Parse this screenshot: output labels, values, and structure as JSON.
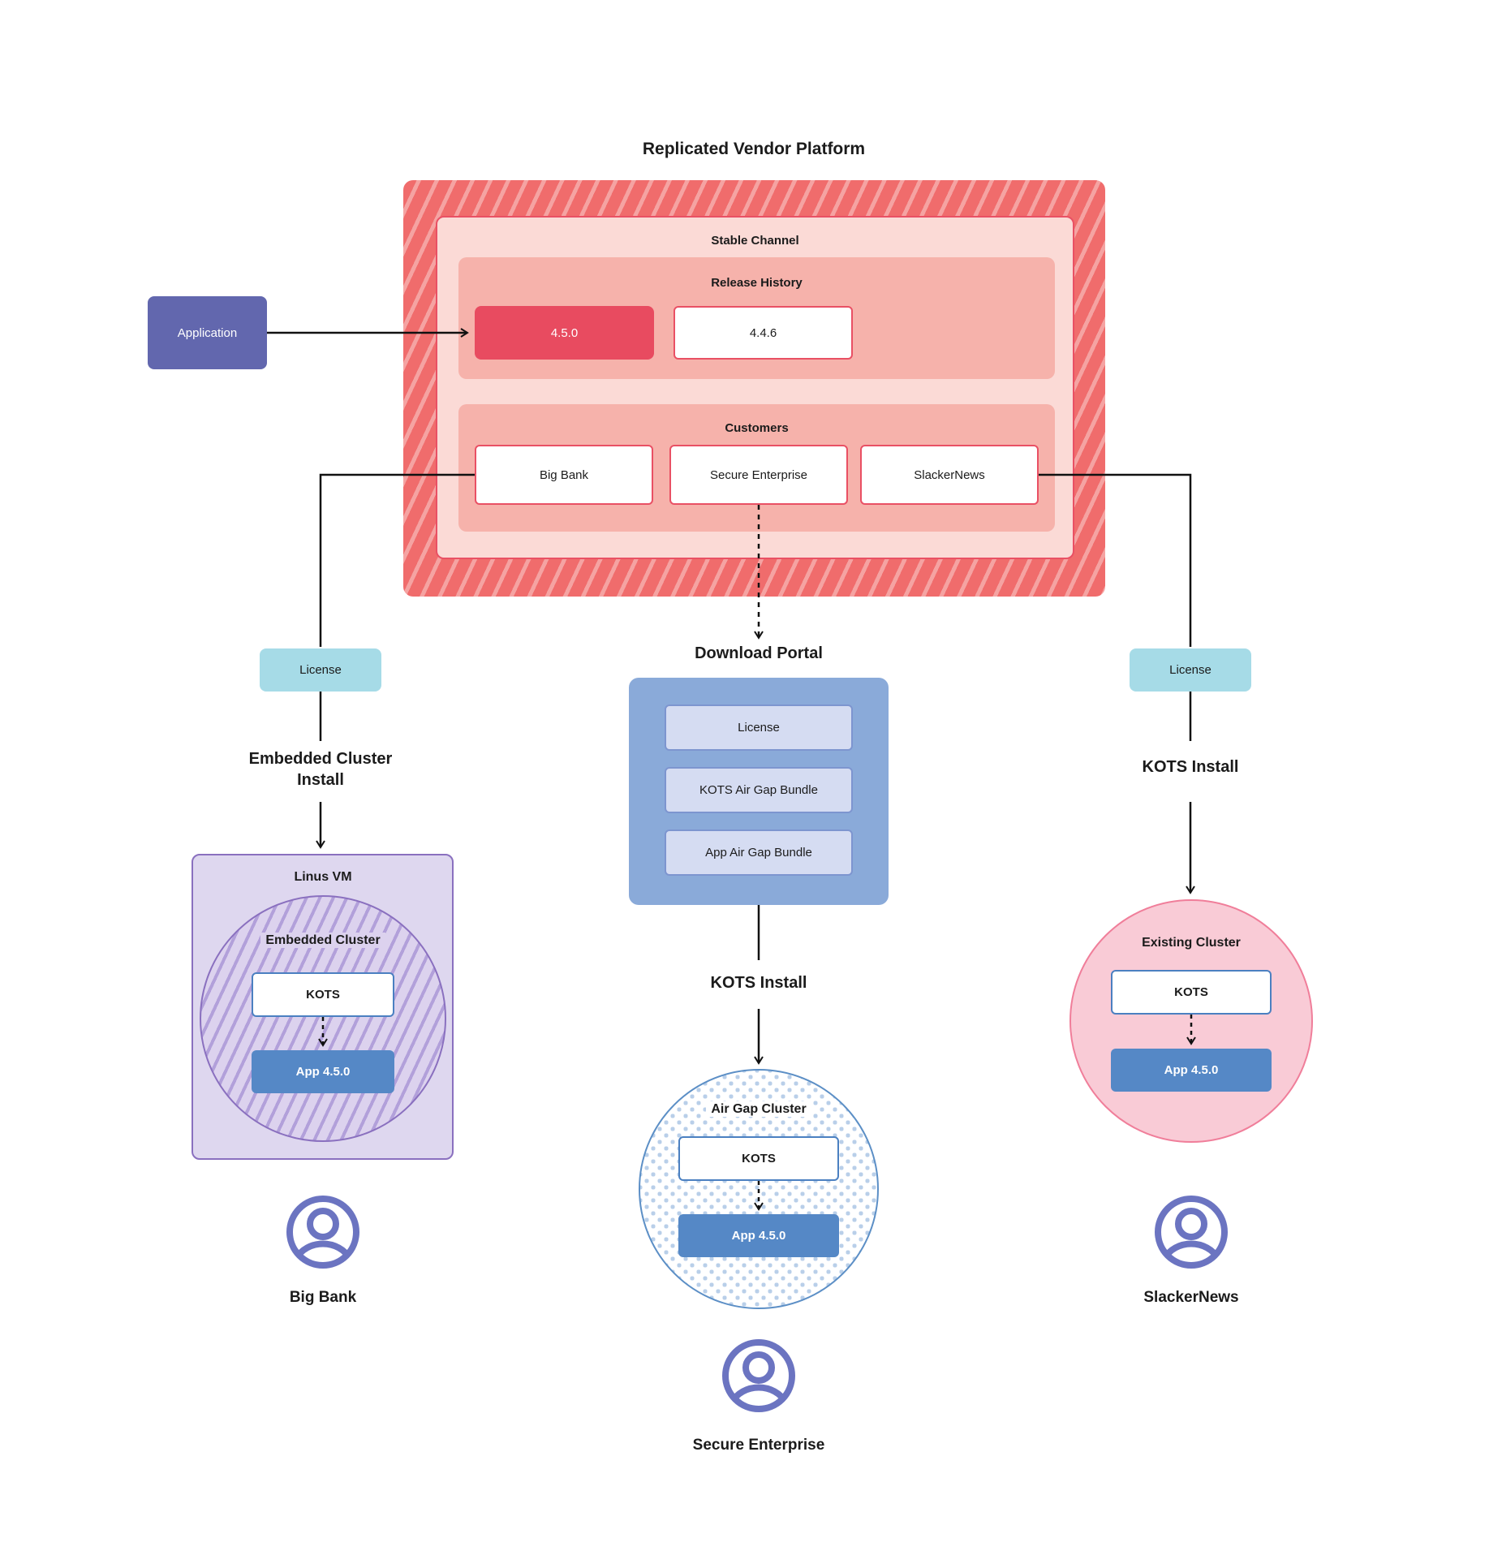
{
  "title": "Replicated Vendor Platform",
  "platform": {
    "stable_channel": "Stable Channel",
    "release_history": {
      "label": "Release History",
      "releases": [
        {
          "version": "4.5.0"
        },
        {
          "version": "4.4.6"
        }
      ]
    },
    "customers": {
      "label": "Customers",
      "items": [
        {
          "name": "Big Bank"
        },
        {
          "name": "Secure Enterprise"
        },
        {
          "name": "SlackerNews"
        }
      ]
    }
  },
  "application": {
    "label": "Application"
  },
  "flows": {
    "left": {
      "license": "License",
      "install": "Embedded Cluster Install",
      "vm": "Linus VM",
      "cluster": "Embedded Cluster",
      "kots": "KOTS",
      "app": "App 4.5.0",
      "user": "Big Bank"
    },
    "middle": {
      "portal_title": "Download Portal",
      "portal_items": [
        {
          "label": "License"
        },
        {
          "label": "KOTS Air Gap Bundle"
        },
        {
          "label": "App Air Gap Bundle"
        }
      ],
      "install": "KOTS Install",
      "cluster": "Air Gap Cluster",
      "kots": "KOTS",
      "app": "App 4.5.0",
      "user": "Secure Enterprise"
    },
    "right": {
      "license": "License",
      "install": "KOTS Install",
      "cluster": "Existing Cluster",
      "kots": "KOTS",
      "app": "App 4.5.0",
      "user": "SlackerNews"
    }
  },
  "colors": {
    "platform_hatch_base": "#f06c6c",
    "platform_hatch_stripe": "#f5a3a2",
    "channel_bg": "#fbdad6",
    "channel_border": "#e95064",
    "panel_bg": "#f6b2ab",
    "release_highlight_bg": "#e84b60",
    "application_bg": "#6267ae",
    "license_bg": "#a6dbe7",
    "portal_bg": "#8aaad9",
    "portal_item_bg": "#d5dcf2",
    "vm_bg": "#ded7ef",
    "vm_border": "#8a70bf",
    "kots_border": "#4b80c1",
    "app_bg": "#5588c6",
    "existing_cluster_bg": "#f9cbd6",
    "existing_cluster_border": "#f07e9a",
    "airgap_border": "#5c8fc6",
    "user_icon": "#6b74c1"
  }
}
